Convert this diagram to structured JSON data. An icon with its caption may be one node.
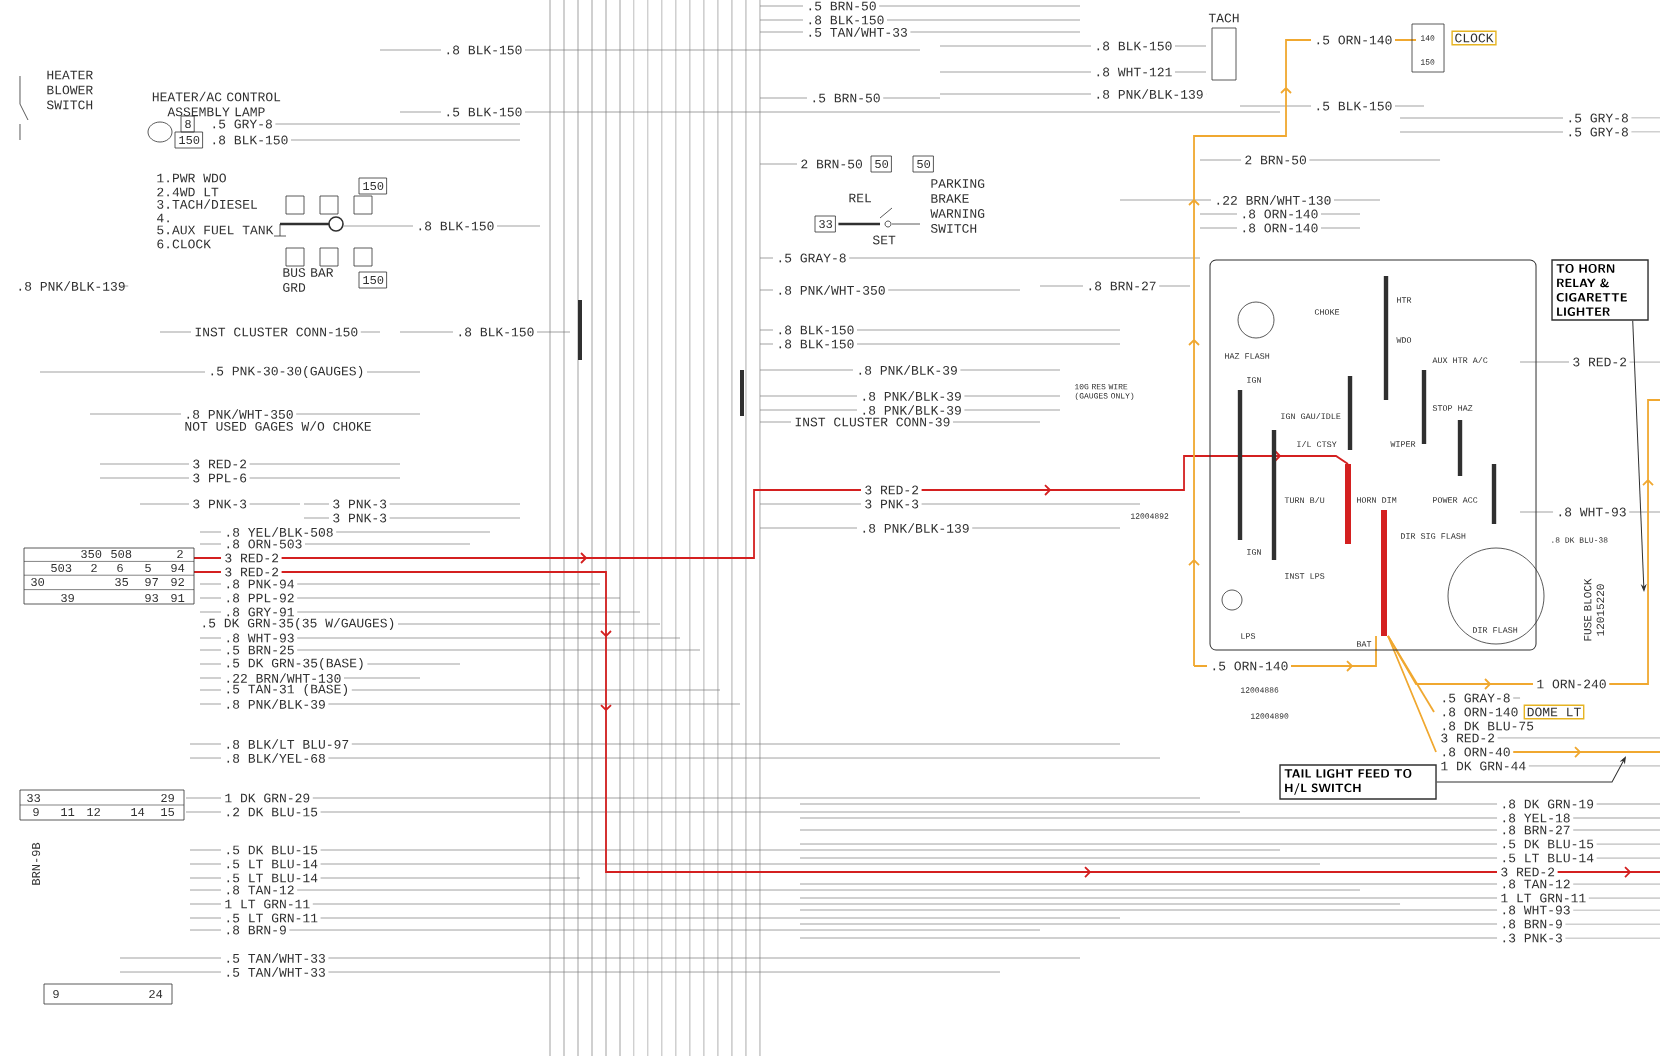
{
  "diagram": {
    "nodes": [
      {
        "text": [
          "TO HORN RELAY & CIGARETTE LIGHTER"
        ]
      },
      {
        "text": [
          "TAIL LIGHT FEED TO H/L SWITCH"
        ]
      },
      {
        "text": [
          "CLOCK"
        ]
      },
      {
        "text": [
          "DOME LT"
        ]
      }
    ],
    "edges": [
      {
        "from": 0,
        "to": null,
        "arrow": "to"
      },
      {
        "from": 1,
        "to": null,
        "arrow": "to"
      }
    ],
    "labels": [
      "HEATER BLOWER SWITCH",
      "HEATER/AC CONTROL ASSEMBLY LAMP",
      "8",
      "150",
      ".5 GRY-8",
      ".8 BLK-150",
      ".8 BLK-150",
      ".5 BLK-150",
      "1.PWR WDO",
      "2.4WD LT",
      "3.TACH/DIESEL",
      "4.",
      "5.AUX FUEL TANK",
      "6.CLOCK",
      "150",
      ".8 BLK-150",
      "BUS BAR GRD",
      "150",
      ".8 PNK/BLK-139",
      "INST CLUSTER CONN-150",
      ".8 BLK-150",
      ".5 PNK-30-30(GAUGES)",
      ".8 PNK/WHT-350",
      "NOT USED GAGES W/O CHOKE",
      "3 RED-2",
      "3 PPL-6",
      "3 PNK-3",
      "3 PNK-3",
      "3 PNK-3",
      ".8 YEL/BLK-508",
      ".8 ORN-503",
      "3 RED-2",
      "3 RED-2",
      ".8 PNK-94",
      ".8 PPL-92",
      ".8 GRY-91",
      ".5 DK GRN-35(35 W/GAUGES)",
      ".8 WHT-93",
      ".5 BRN-25",
      ".5 DK GRN-35(BASE)",
      ".22 BRN/WHT-130",
      ".5 TAN-31 (BASE)",
      ".8 PNK/BLK-39",
      ".8 BLK/LT BLU-97",
      ".8 BLK/YEL-68",
      "1 DK GRN-29",
      ".2 DK BLU-15",
      ".5 DK BLU-15",
      ".5 LT BLU-14",
      ".5 LT BLU-14",
      ".8 TAN-12",
      "1 LT GRN-11",
      ".5 LT GRN-11",
      ".8 BRN-9",
      ".5 TAN/WHT-33",
      ".5 TAN/WHT-33",
      "350",
      "508",
      "2",
      "503",
      "2",
      "6",
      "5",
      "94",
      "30",
      "35",
      "97",
      "92",
      "39",
      "93",
      "91",
      "33",
      "29",
      "9",
      "11",
      "12",
      "14",
      "15",
      "BRN-9B",
      "9",
      "24",
      ".5 BRN-50",
      ".8 BLK-150",
      ".5 TAN/WHT-33",
      "TACH",
      ".8 BLK-150",
      ".8 WHT-121",
      ".8 PNK/BLK-139",
      ".5 ORN-140",
      "140",
      "150",
      ".5 BRN-50",
      ".5 BLK-150",
      ".5 GRY-8",
      ".5 GRY-8",
      "2 BRN-50",
      "50",
      "50",
      "PARKING BRAKE WARNING SWITCH",
      "REL",
      "33",
      "SET",
      "2 BRN-50",
      ".22 BRN/WHT-130",
      ".8 ORN-140",
      ".8 ORN-140",
      ".5 GRAY-8",
      ".8 BRN-27",
      ".8 PNK/WHT-350",
      ".8 BLK-150",
      ".8 BLK-150",
      "3 RED-2",
      ".8 PNK/BLK-39",
      ".8 PNK/BLK-39",
      ".8 PNK/BLK-39",
      "INST CLUSTER CONN-39",
      "10G RES WIRE (GAUGES ONLY)",
      "3 RED-2",
      "3 PNK-3",
      ".8 PNK/BLK-139",
      ".8 WHT-93",
      "12004892",
      "HAZ FLASH",
      "CHOKE",
      "HTR",
      "WDO",
      "IGN",
      "IGN GAU/IDLE",
      "AUX HTR A/C",
      "STOP HAZ",
      "I/L CTSY",
      "WIPER",
      "IGN",
      "TURN B/U",
      "HORN DIM",
      "POWER ACC",
      "INST LPS",
      "DIR SIG FLASH",
      "LPS",
      "BAT",
      "DIR FLASH",
      ".8 DK BLU-38",
      "FUSE BLOCK 12015220",
      ".5 ORN-140",
      "12004886",
      "12004890",
      "1 ORN-240",
      ".5 GRAY-8",
      ".8 ORN-140",
      ".8 DK BLU-75",
      "3 RED-2",
      ".8 ORN-40",
      "1 DK GRN-44",
      ".8 DK GRN-19",
      ".8 YEL-18",
      ".8 BRN-27",
      ".5 DK BLU-15",
      ".5 LT BLU-14",
      "3 RED-2",
      ".8 TAN-12",
      "1 LT GRN-11",
      ".8 WHT-93",
      ".8 BRN-9",
      ".3 PNK-3"
    ]
  }
}
